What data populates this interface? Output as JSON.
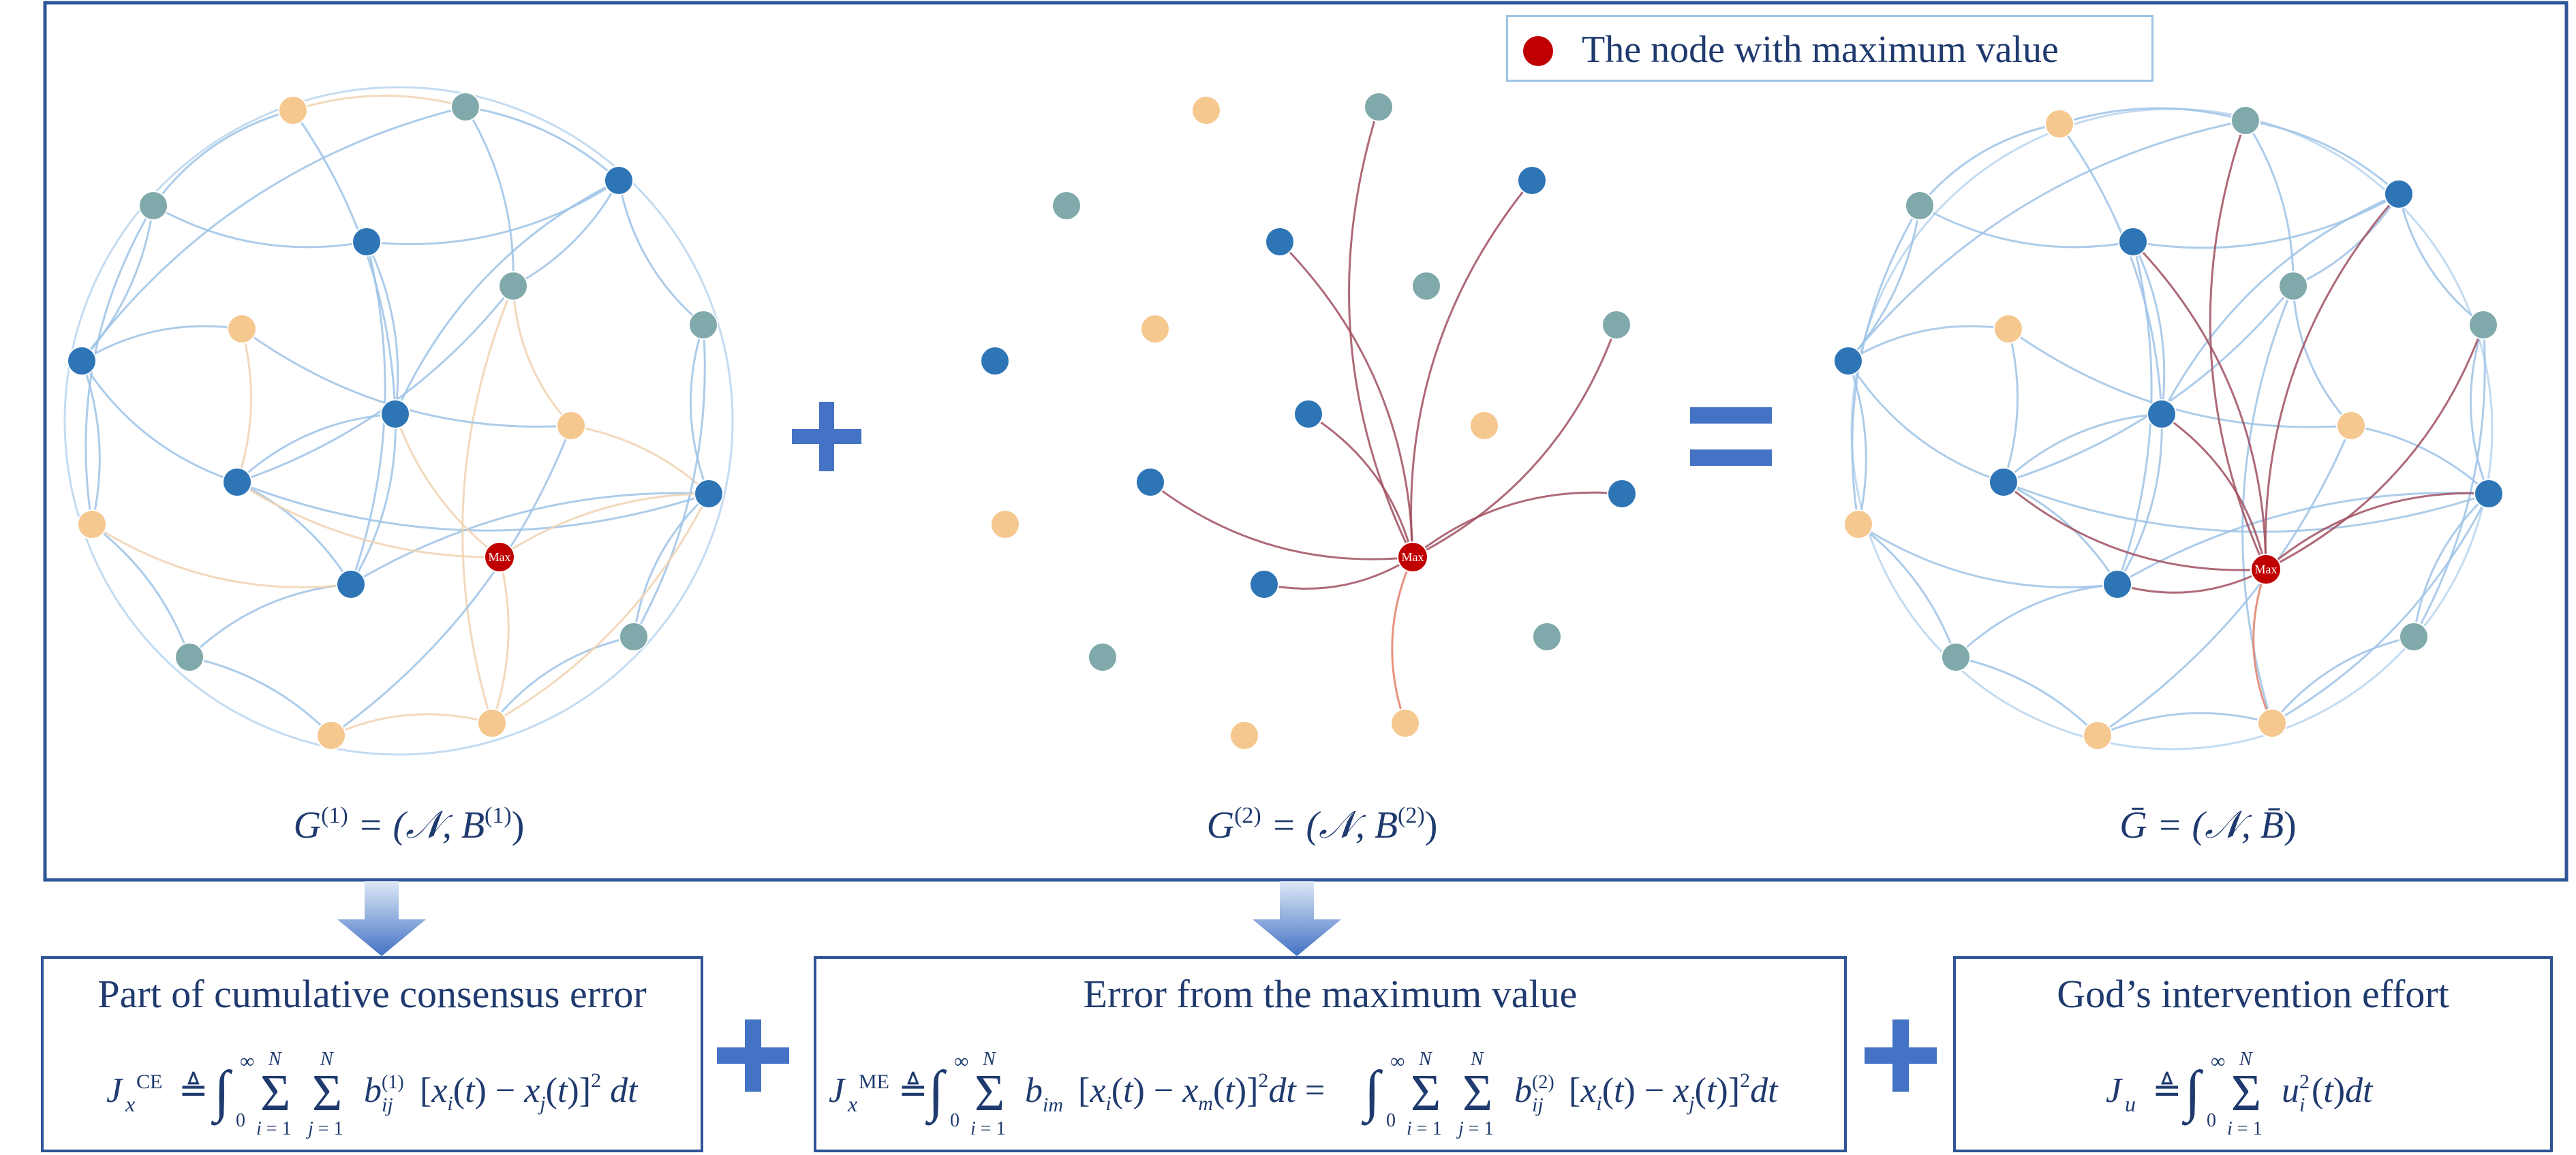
{
  "legend": {
    "label": "The node with maximum value",
    "color": "#c00000"
  },
  "max_label": "Max",
  "graphs": [
    {
      "id": "g1",
      "caption_main": "G",
      "caption_sup": "(1)",
      "caption_rest": " = (𝒩, B",
      "caption_sup2": "(1)",
      "caption_end": ")"
    },
    {
      "id": "g2",
      "caption_main": "G",
      "caption_sup": "(2)",
      "caption_rest": " = (𝒩, B",
      "caption_sup2": "(2)",
      "caption_end": ")"
    },
    {
      "id": "gbar",
      "caption_main": "Ḡ",
      "caption_sup": "",
      "caption_rest": " = (𝒩, B̄",
      "caption_sup2": "",
      "caption_end": ")"
    }
  ],
  "operators": {
    "plus": "+",
    "equals": "="
  },
  "boxes": [
    {
      "title": "Part of cumulative consensus error",
      "formula": "J_x^CE ≜ ∫₀^∞ Σ_{i=1}^N Σ_{j=1}^N b_ij^(1) [x_i(t) − x_j(t)]² dt"
    },
    {
      "title": "Error from the maximum value",
      "formula": "J_x^ME ≜ ∫₀^∞ Σ_{i=1}^N b_im [x_i(t) − x_m(t)]² dt = ∫₀^∞ Σ_{i=1}^N Σ_{j=1}^N b_ij^(2) [x_i(t) − x_j(t)]² dt"
    },
    {
      "title": "God’s intervention effort",
      "formula": "J_u ≜ ∫₀^∞ Σ_{i=1}^N u_i²(t) dt"
    }
  ],
  "colors": {
    "frame": "#2f5597",
    "node_blue": "#2e75b6",
    "node_teal": "#7fa9aa",
    "node_orange": "#f5c890",
    "max_node": "#c00000",
    "edge_blue": "#9dc3e6",
    "edge_red": "#a05060"
  }
}
